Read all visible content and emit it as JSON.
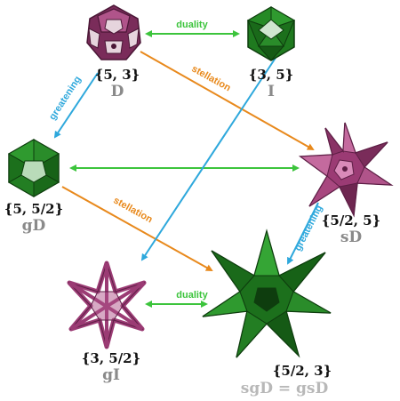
{
  "colors": {
    "duality": "#3cc43c",
    "stellation": "#e8891c",
    "greatening": "#2ea8dc",
    "magenta": "#9b3b74",
    "magenta_dark": "#5e1f46",
    "green": "#1f7a1f",
    "green_dark": "#0e3d0e",
    "gray_text": "#8a8a8a",
    "light_gray_text": "#b8b8b8"
  },
  "nodes": {
    "D": {
      "schlafli": "{5, 3}",
      "symbol": "D",
      "color": "magenta",
      "icon": "dodecahedron-icon"
    },
    "I": {
      "schlafli": "{3, 5}",
      "symbol": "I",
      "color": "green",
      "icon": "icosahedron-icon"
    },
    "gD": {
      "schlafli": "{5, 5/2}",
      "symbol": "gD",
      "color": "green",
      "icon": "great-dodecahedron-icon"
    },
    "sD": {
      "schlafli": "{5/2, 5}",
      "symbol": "sD",
      "color": "magenta",
      "icon": "small-stellated-dodecahedron-icon"
    },
    "gI": {
      "schlafli": "{3, 5/2}",
      "symbol": "gI",
      "color": "magenta",
      "icon": "great-icosahedron-icon"
    },
    "sgD": {
      "schlafli": "{5/2, 3}",
      "symbol": "sgD = gsD",
      "color": "green",
      "icon": "great-stellated-dodecahedron-icon"
    }
  },
  "arrow_labels": {
    "duality_top": "duality",
    "duality_bottom": "duality",
    "stellation_top": "stellation",
    "stellation_mid": "stellation",
    "greatening_left": "greatening",
    "greatening_right": "greatening"
  }
}
